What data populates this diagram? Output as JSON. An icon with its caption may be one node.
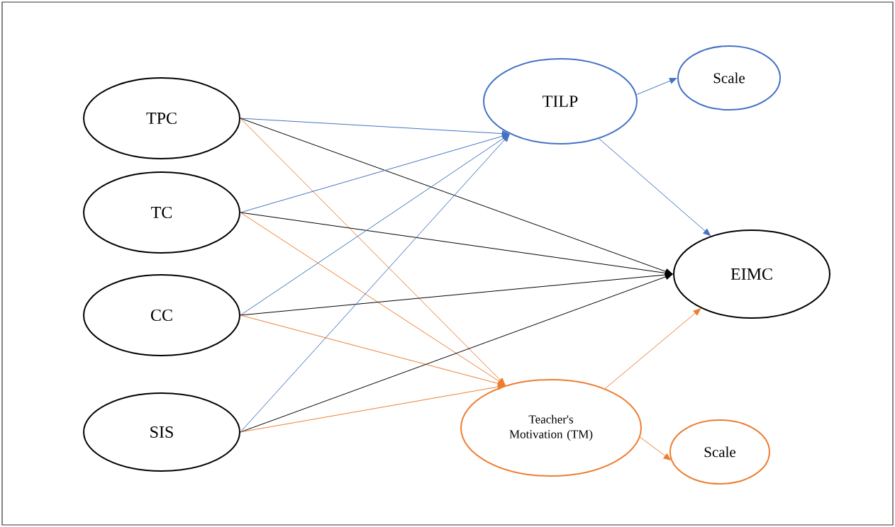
{
  "diagram": {
    "nodes": [
      {
        "text": [
          "TPC"
        ]
      },
      {
        "text": [
          "TC"
        ]
      },
      {
        "text": [
          "CC"
        ]
      },
      {
        "text": [
          "SIS"
        ]
      },
      {
        "text": [
          "TILP"
        ]
      },
      {
        "text": [
          "Scale"
        ]
      },
      {
        "text": [
          "EIMC"
        ]
      },
      {
        "text": [
          "Teacher's Motivation (TM)"
        ]
      },
      {
        "text": [
          "Scale"
        ]
      }
    ],
    "edges": [
      {
        "from": 0,
        "to": 4,
        "arrow": "to",
        "color": "#4472c4"
      },
      {
        "from": 0,
        "to": 6,
        "arrow": "to",
        "color": "#000000"
      },
      {
        "from": 0,
        "to": 7,
        "arrow": "to",
        "color": "#ed7d31"
      },
      {
        "from": 1,
        "to": 4,
        "arrow": "to",
        "color": "#4472c4"
      },
      {
        "from": 1,
        "to": 6,
        "arrow": "to",
        "color": "#000000"
      },
      {
        "from": 1,
        "to": 7,
        "arrow": "to",
        "color": "#ed7d31"
      },
      {
        "from": 2,
        "to": 4,
        "arrow": "to",
        "color": "#4472c4"
      },
      {
        "from": 2,
        "to": 6,
        "arrow": "to",
        "color": "#000000"
      },
      {
        "from": 2,
        "to": 7,
        "arrow": "to",
        "color": "#ed7d31"
      },
      {
        "from": 3,
        "to": 4,
        "arrow": "to",
        "color": "#4472c4"
      },
      {
        "from": 3,
        "to": 6,
        "arrow": "to",
        "color": "#000000"
      },
      {
        "from": 3,
        "to": 7,
        "arrow": "to",
        "color": "#ed7d31"
      },
      {
        "from": 4,
        "to": 5,
        "arrow": "to",
        "color": "#4472c4"
      },
      {
        "from": 4,
        "to": 6,
        "arrow": "to",
        "color": "#4472c4"
      },
      {
        "from": 7,
        "to": 6,
        "arrow": "to",
        "color": "#ed7d31"
      },
      {
        "from": 7,
        "to": 8,
        "arrow": "to",
        "color": "#ed7d31"
      }
    ]
  }
}
